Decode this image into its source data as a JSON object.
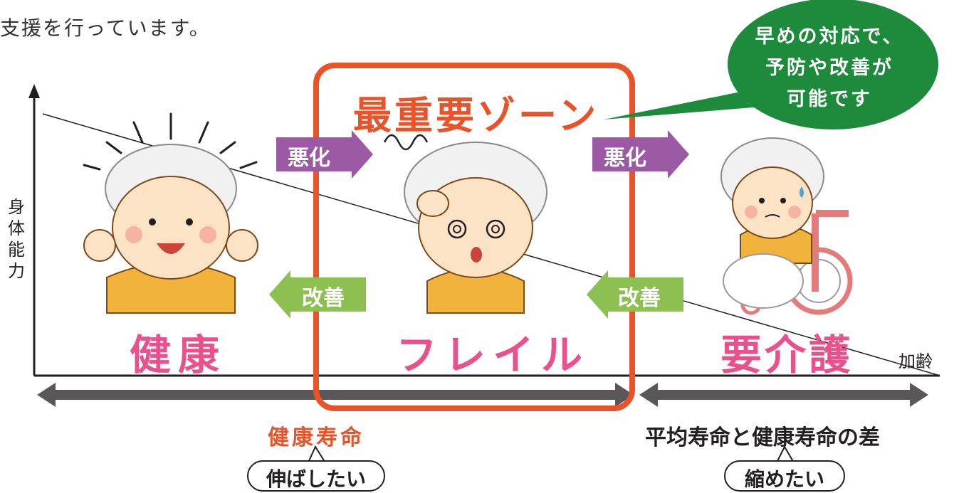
{
  "intro_text": "支援を行っています。",
  "axes": {
    "y_label": "身体能力",
    "x_label": "加齢"
  },
  "zone_title": "最重要ゾーン",
  "bubble_lines": [
    "早めの対応で、",
    "予防や改善が",
    "可能です"
  ],
  "stages": {
    "healthy": "健康",
    "frail": "フレイル",
    "care": "要介護"
  },
  "arrows": {
    "worsen": "悪化",
    "improve": "改善"
  },
  "bottom": {
    "healthy_life": "健康寿命",
    "healthy_wish": "伸ばしたい",
    "gap": "平均寿命と健康寿命の差",
    "gap_wish": "縮めたい"
  },
  "colors": {
    "pink": "#e9508c",
    "orange": "#e8532a",
    "purple": "#9b5aa3",
    "green": "#8cc152",
    "bubble": "#1e8a3c",
    "bar": "#595757"
  },
  "icons": [
    "elderly-woman-happy-icon",
    "elderly-woman-dizzy-icon",
    "elderly-woman-wheelchair-icon"
  ]
}
